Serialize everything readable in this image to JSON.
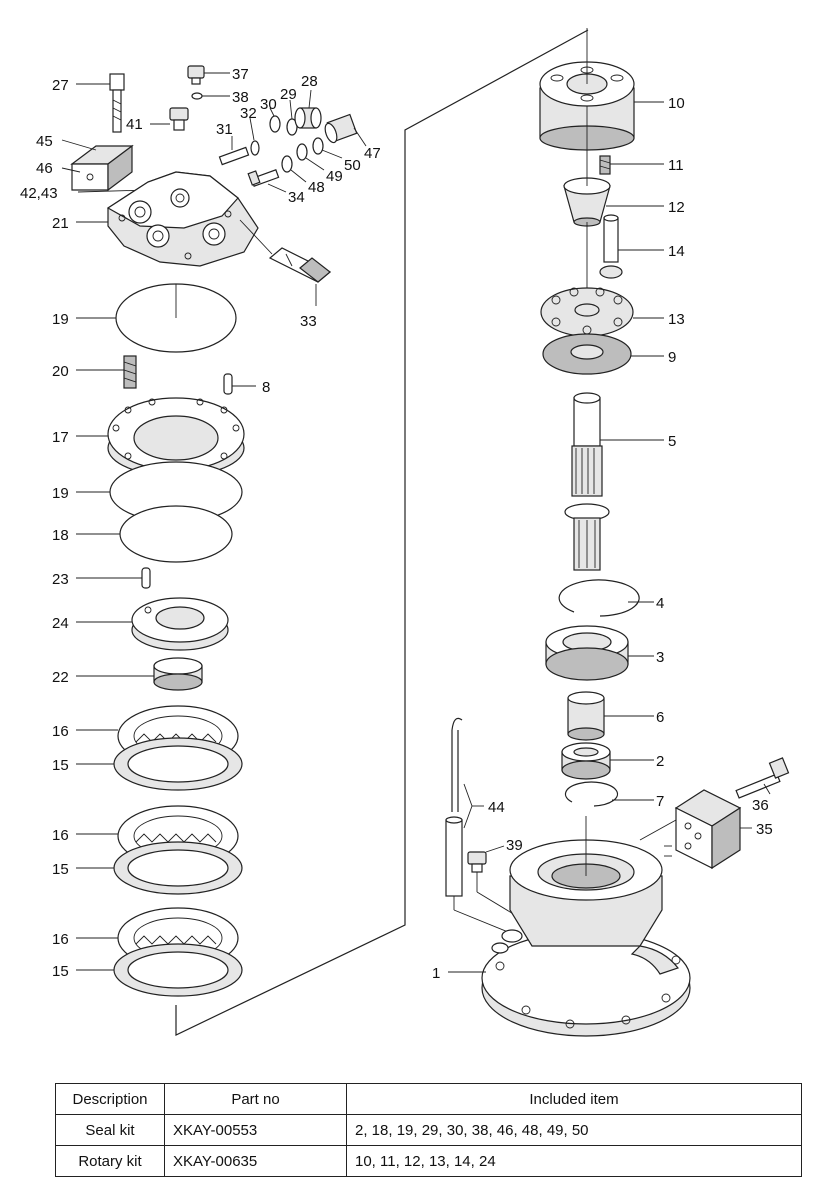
{
  "labels": {
    "l27": "27",
    "l37": "37",
    "l38": "38",
    "l28": "28",
    "l29": "29",
    "l30": "30",
    "l32": "32",
    "l41": "41",
    "l31": "31",
    "l45": "45",
    "l46": "46",
    "l4243": "42,43",
    "l47": "47",
    "l50": "50",
    "l49": "49",
    "l48": "48",
    "l34": "34",
    "l21": "21",
    "l33": "33",
    "l19a": "19",
    "l20": "20",
    "l8": "8",
    "l17": "17",
    "l19b": "19",
    "l18": "18",
    "l23": "23",
    "l24": "24",
    "l22": "22",
    "l16a": "16",
    "l15a": "15",
    "l16b": "16",
    "l15b": "15",
    "l16c": "16",
    "l15c": "15",
    "l10": "10",
    "l11": "11",
    "l12": "12",
    "l14": "14",
    "l13": "13",
    "l9": "9",
    "l5": "5",
    "l4": "4",
    "l3": "3",
    "l6": "6",
    "l2": "2",
    "l7": "7",
    "l44": "44",
    "l39": "39",
    "l36": "36",
    "l35": "35",
    "l1": "1"
  },
  "kit_table": {
    "headers": [
      "Description",
      "Part no",
      "Included item"
    ],
    "rows": [
      [
        "Seal kit",
        "XKAY-00553",
        "2, 18, 19, 29, 30, 38, 46, 48, 49, 50"
      ],
      [
        "Rotary kit",
        "XKAY-00635",
        "10, 11, 12, 13, 14, 24"
      ]
    ]
  }
}
